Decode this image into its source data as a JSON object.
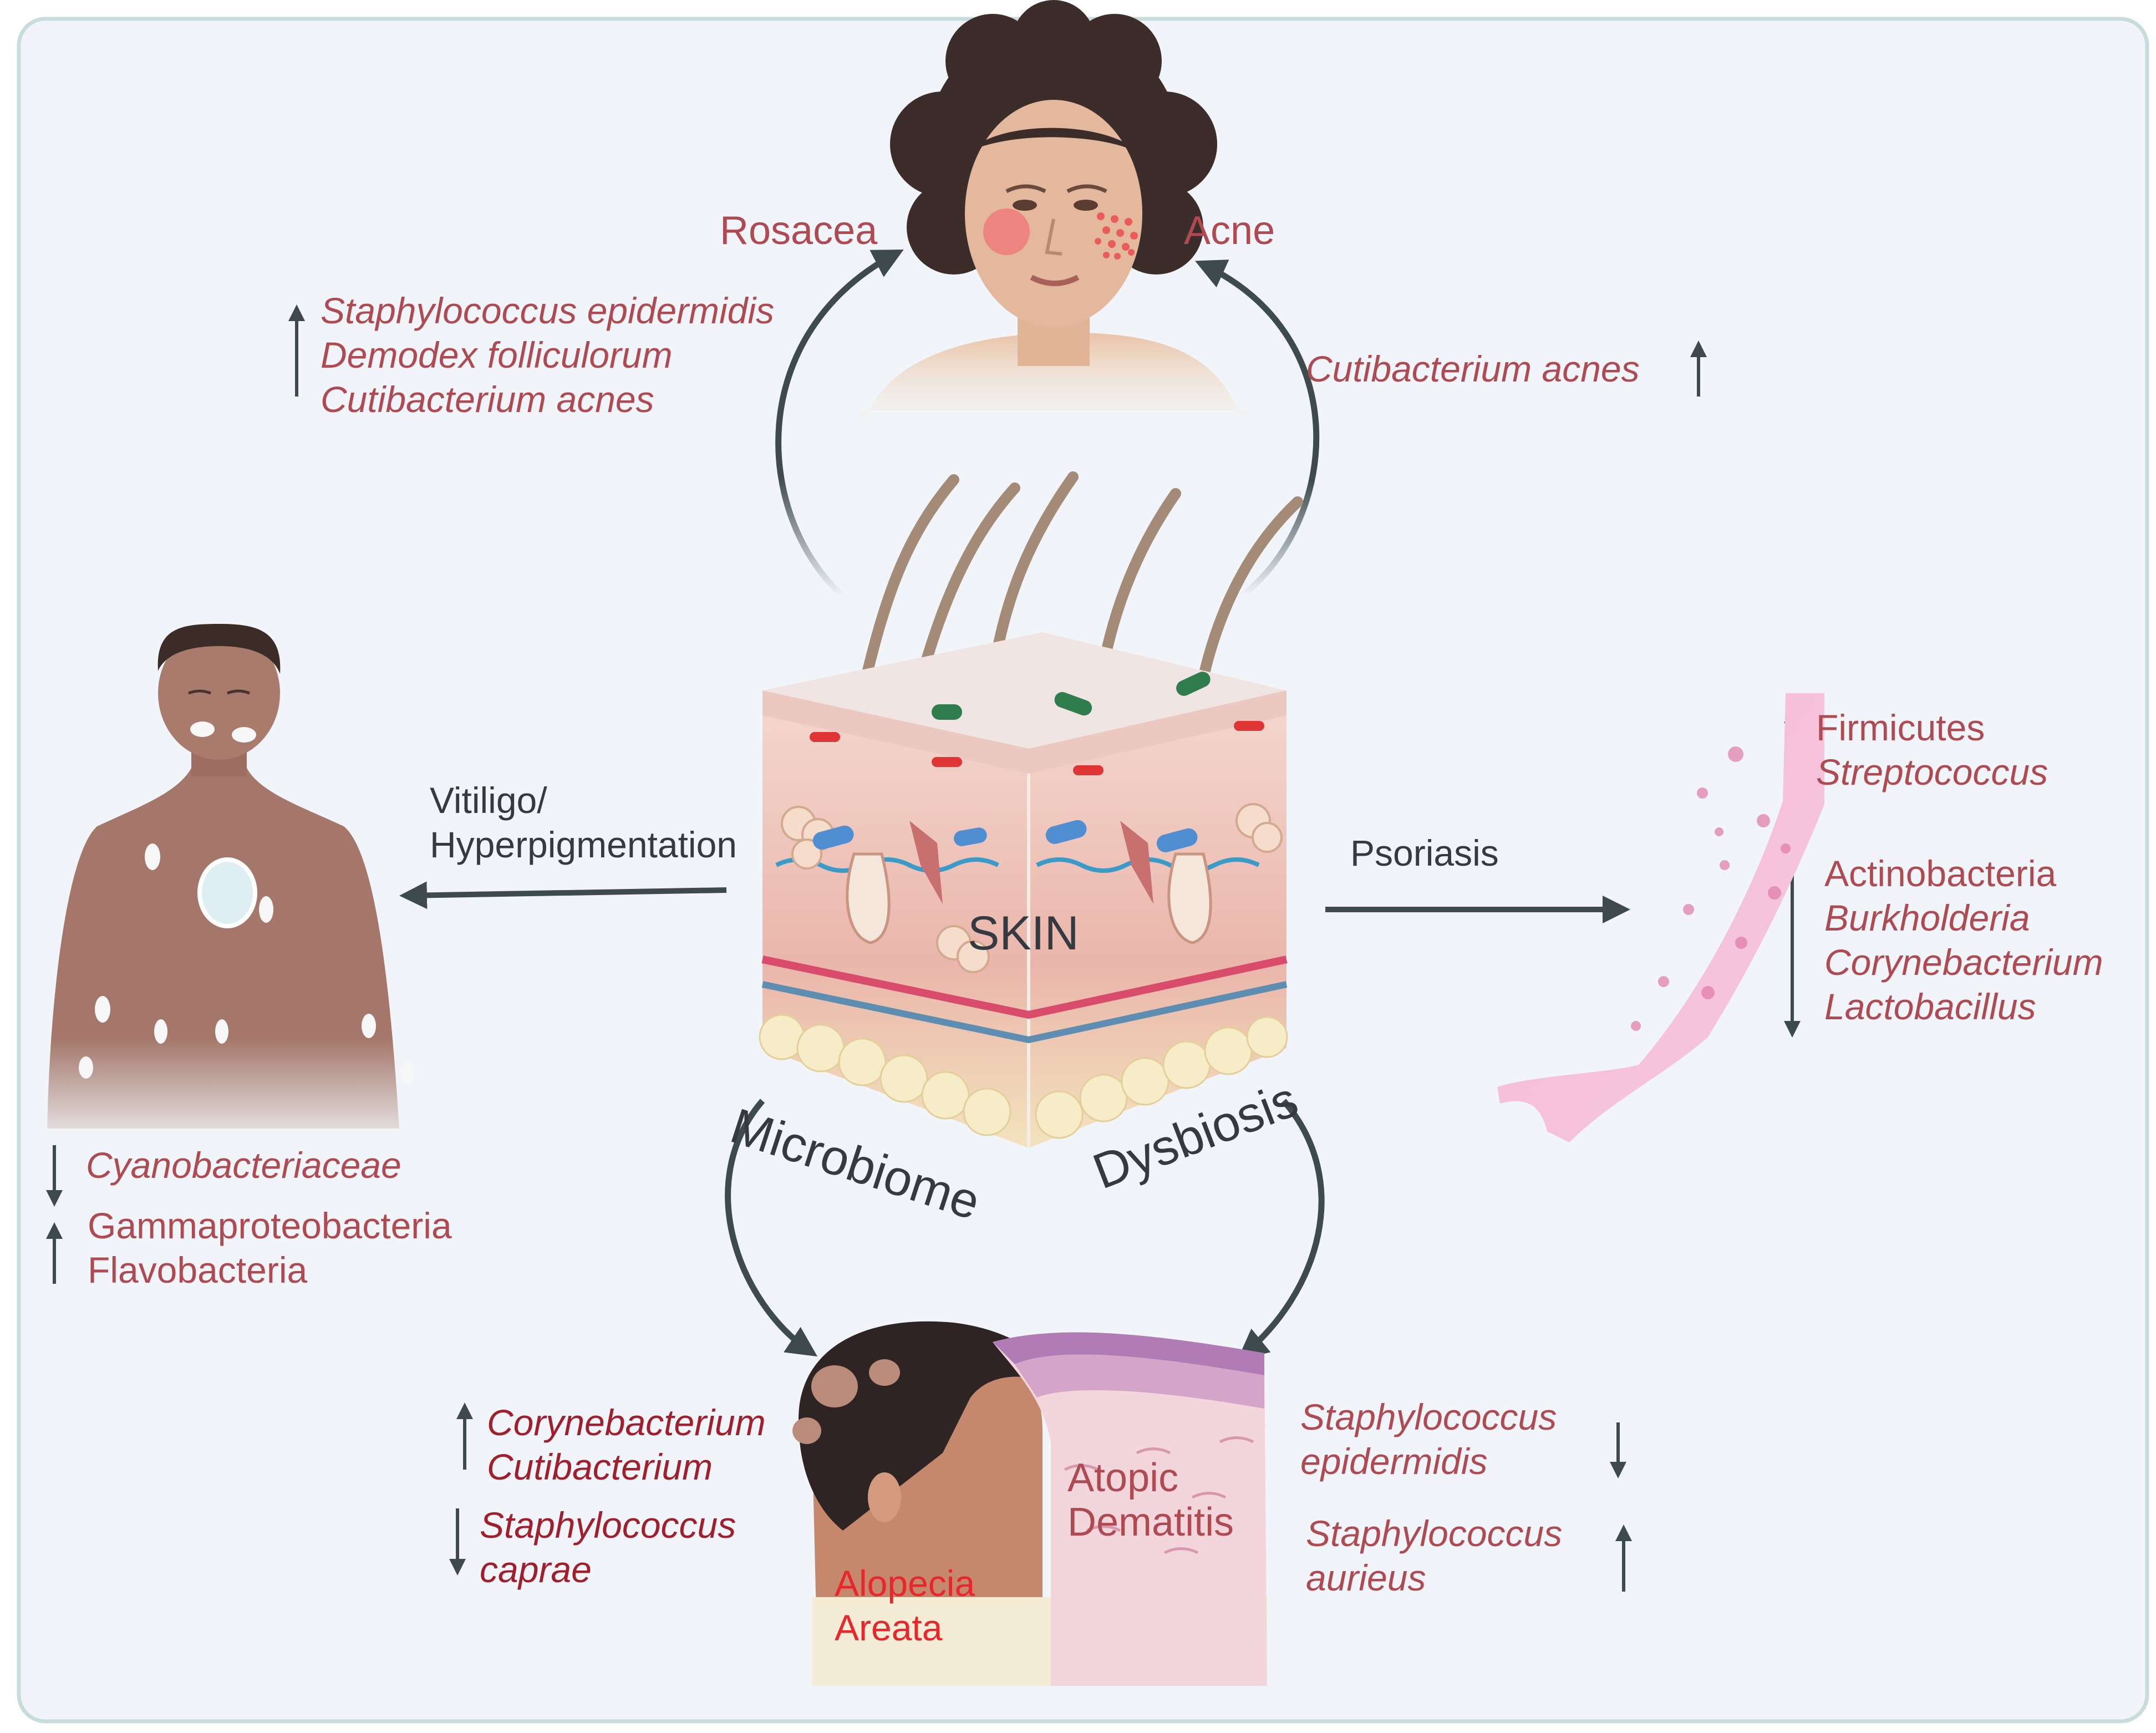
{
  "center": {
    "label": "SKIN",
    "arc_left": "Microbiome",
    "arc_right": "Dysbiosis"
  },
  "rosacea": {
    "title": "Rosacea",
    "direction": "up",
    "species": [
      "Staphylococcus epidermidis",
      "Demodex folliculorum",
      "Cutibacterium acnes"
    ]
  },
  "acne": {
    "title": "Acne",
    "direction": "up",
    "species": [
      "Cutibacterium acnes"
    ]
  },
  "vitiligo": {
    "title_line1": "Vitiligo/",
    "title_line2": "Hyperpigmentation",
    "decreased": [
      "Cyanobacteriaceae"
    ],
    "increased": [
      "Gammaproteobacteria",
      "Flavobacteria"
    ]
  },
  "psoriasis": {
    "title": "Psoriasis",
    "increased": [
      "Firmicutes",
      "Streptococcus"
    ],
    "decreased": [
      "Actinobacteria",
      "Burkholderia",
      "Corynebacterium",
      "Lactobacillus"
    ]
  },
  "alopecia": {
    "title_line1": "Alopecia",
    "title_line2": "Areata",
    "increased": [
      "Corynebacterium",
      "Cutibacterium"
    ],
    "decreased": [
      "Staphylococcus",
      "caprae"
    ]
  },
  "atopic": {
    "title_line1": "Atopic",
    "title_line2": "Dematitis",
    "decreased": [
      "Staphylococcus",
      "epidermidis"
    ],
    "increased": [
      "Staphylococcus",
      "aurieus"
    ]
  },
  "colors": {
    "panel": "#f1f5f9",
    "border": "#c9dcdc",
    "label_red": "#b04a52",
    "alert_red": "#e8262b",
    "arrow": "#3e4a4c"
  }
}
